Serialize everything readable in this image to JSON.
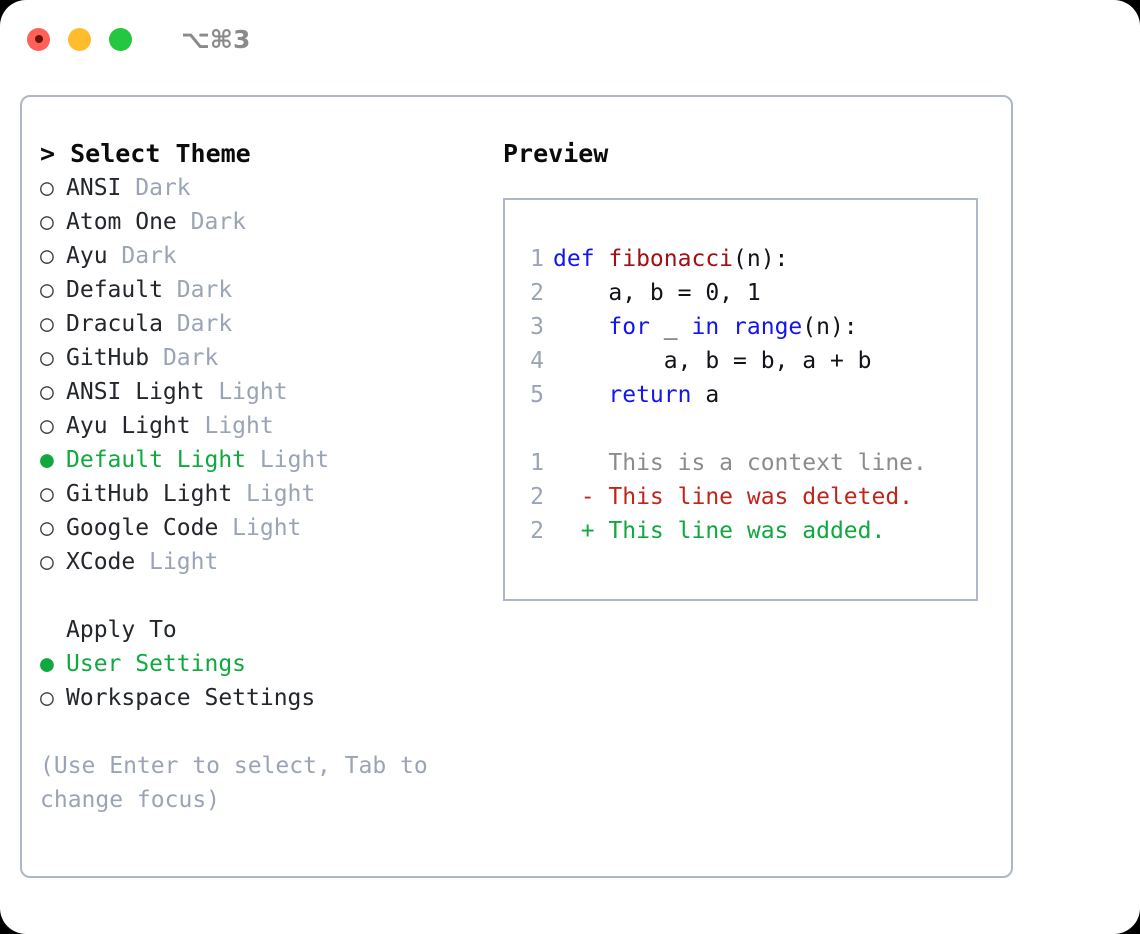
{
  "window": {
    "shortcut": "⌥⌘3",
    "traffic_lights": [
      {
        "name": "close",
        "color": "#ff6157"
      },
      {
        "name": "minimize",
        "color": "#ffbd2e"
      },
      {
        "name": "maximize",
        "color": "#23c840"
      }
    ]
  },
  "theme_picker": {
    "header": "> Select Theme",
    "bullet_selected": "●",
    "bullet_unselected": "○",
    "options": [
      {
        "name": "ANSI",
        "suffix": "Dark",
        "selected": false
      },
      {
        "name": "Atom One",
        "suffix": "Dark",
        "selected": false
      },
      {
        "name": "Ayu",
        "suffix": "Dark",
        "selected": false
      },
      {
        "name": "Default",
        "suffix": "Dark",
        "selected": false
      },
      {
        "name": "Dracula",
        "suffix": "Dark",
        "selected": false
      },
      {
        "name": "GitHub",
        "suffix": "Dark",
        "selected": false
      },
      {
        "name": "ANSI Light",
        "suffix": "Light",
        "selected": false
      },
      {
        "name": "Ayu Light",
        "suffix": "Light",
        "selected": false
      },
      {
        "name": "Default Light",
        "suffix": "Light",
        "selected": true
      },
      {
        "name": "GitHub Light",
        "suffix": "Light",
        "selected": false
      },
      {
        "name": "Google Code",
        "suffix": "Light",
        "selected": false
      },
      {
        "name": "XCode",
        "suffix": "Light",
        "selected": false
      }
    ]
  },
  "apply_to": {
    "title": "Apply To",
    "options": [
      {
        "name": "User Settings",
        "selected": true
      },
      {
        "name": "Workspace Settings",
        "selected": false
      }
    ]
  },
  "hint": "(Use Enter to select, Tab to change focus)",
  "preview": {
    "header": "Preview",
    "code_lines": [
      {
        "no": "1",
        "segments": [
          {
            "t": "def ",
            "c": "kw"
          },
          {
            "t": "fibonacci",
            "c": "fn"
          },
          {
            "t": "(n):",
            "c": "txt"
          }
        ]
      },
      {
        "no": "2",
        "segments": [
          {
            "t": "    a, b = 0, 1",
            "c": "txt"
          }
        ]
      },
      {
        "no": "3",
        "segments": [
          {
            "t": "    ",
            "c": "txt"
          },
          {
            "t": "for",
            "c": "kw"
          },
          {
            "t": " _ ",
            "c": "txt"
          },
          {
            "t": "in range",
            "c": "kw"
          },
          {
            "t": "(n):",
            "c": "txt"
          }
        ]
      },
      {
        "no": "4",
        "segments": [
          {
            "t": "        a, b = b, a + b",
            "c": "txt"
          }
        ]
      },
      {
        "no": "5",
        "segments": [
          {
            "t": "    ",
            "c": "txt"
          },
          {
            "t": "return",
            "c": "kw"
          },
          {
            "t": " a",
            "c": "txt"
          }
        ]
      }
    ],
    "diff_lines": [
      {
        "no": "1",
        "marker": "  ",
        "text": "This is a context line.",
        "kind": "ctx"
      },
      {
        "no": "2",
        "marker": "- ",
        "text": "This line was deleted.",
        "kind": "del"
      },
      {
        "no": "2",
        "marker": "+ ",
        "text": "This line was added.",
        "kind": "add"
      }
    ]
  },
  "colors": {
    "accent_green": "#10a83f",
    "muted": "#9aa4b4",
    "border": "#adb7c6",
    "keyword_blue": "#1414f0",
    "function_red": "#a30f12",
    "diff_deleted": "#c0251c",
    "diff_added": "#10a83f"
  }
}
